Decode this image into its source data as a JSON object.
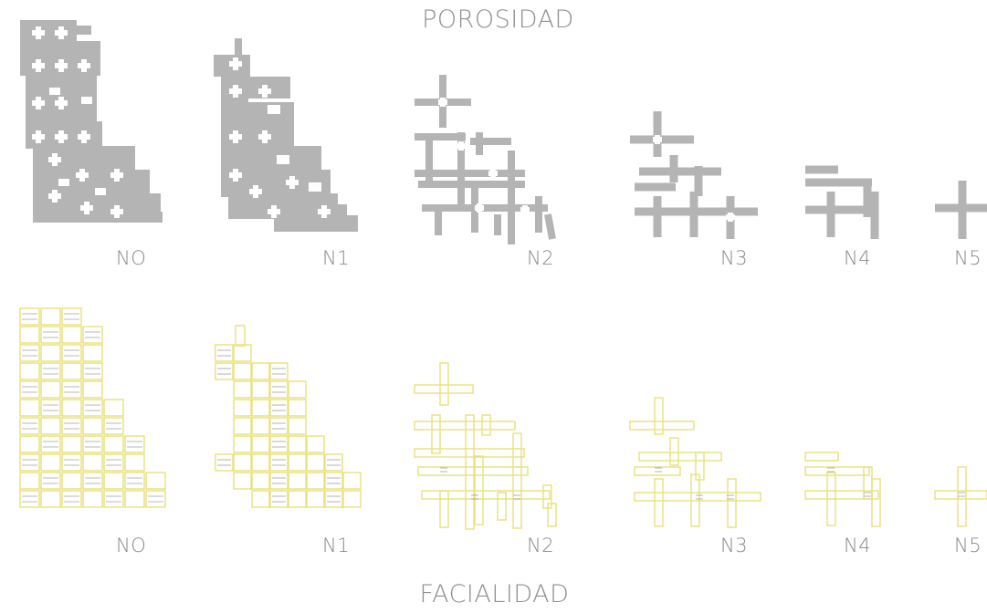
{
  "titles": {
    "top": "POROSIDAD",
    "bottom": "FACIALIDAD"
  },
  "rows": {
    "porosidad": {
      "labels": [
        "NO",
        "N1",
        "N2",
        "N3",
        "N4",
        "N5"
      ]
    },
    "facialidad": {
      "labels": [
        "NO",
        "N1",
        "N2",
        "N3",
        "N4",
        "N5"
      ]
    }
  },
  "colors": {
    "title": "#8f8f8f",
    "porosity_fill": "#b4b4b4",
    "faciality_outline": "#e8e17a",
    "faciality_inner": "#a0a0a0"
  }
}
